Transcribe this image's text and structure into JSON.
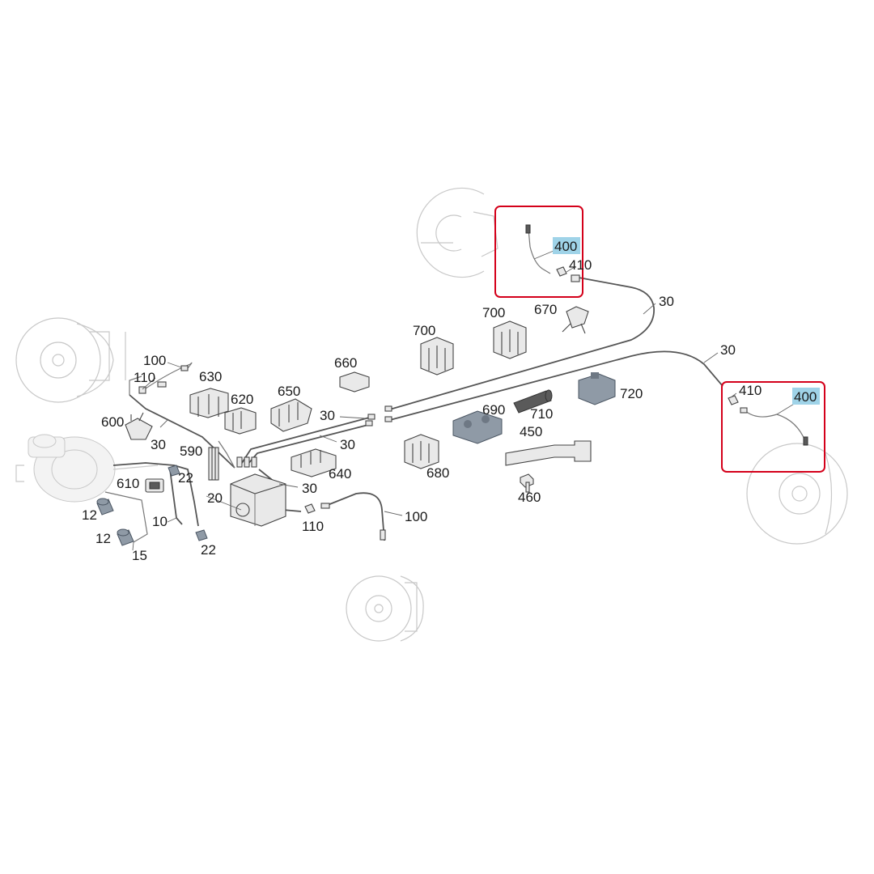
{
  "diagram": {
    "labels": {
      "p400a": "400",
      "p410a": "410",
      "p30a": "30",
      "p700a": "700",
      "p700b": "700",
      "p670": "670",
      "p30b": "30",
      "p410b": "410",
      "p400b": "400",
      "p720": "720",
      "p710": "710",
      "p690": "690",
      "p450": "450",
      "p460": "460",
      "p660": "660",
      "p650": "650",
      "p100a": "100",
      "p110a": "110",
      "p630": "630",
      "p620": "620",
      "p600": "600",
      "p30c": "30",
      "p30d": "30",
      "p30e": "30",
      "p30f": "30",
      "p590": "590",
      "p22a": "22",
      "p610": "610",
      "p20": "20",
      "p640": "640",
      "p680": "680",
      "p12a": "12",
      "p10": "10",
      "p12b": "12",
      "p15": "15",
      "p22b": "22",
      "p110b": "110",
      "p100b": "100"
    },
    "highlight_color": "#d4001a",
    "label_highlight_color": "#9fd3e8"
  }
}
